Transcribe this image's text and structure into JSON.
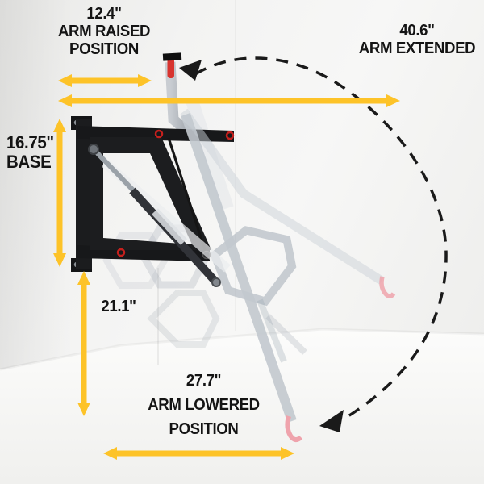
{
  "diagram": {
    "subject": "wall-mounted folding crane dimension diagram",
    "measurements": {
      "arm_raised": {
        "value": "12.4\"",
        "label_line1": "ARM RAISED",
        "label_line2": "POSITION"
      },
      "arm_extended": {
        "value": "40.6\"",
        "label_line1": "ARM EXTENDED"
      },
      "base": {
        "value": "16.75\"",
        "label_line1": "BASE"
      },
      "mount_height": {
        "value": "21.1\""
      },
      "arm_lowered": {
        "value": "27.7\"",
        "label_line1": "ARM LOWERED",
        "label_line2": "POSITION"
      }
    },
    "colors": {
      "dimension_yellow": "#FDC328",
      "label_black": "#141414",
      "frame_black": "#1b1c1e",
      "arm_gray": "#b3b8be",
      "ghost_gray": "#ccd1d7",
      "hook_pink": "#efa3ac",
      "tip_red": "#d8342f",
      "bolt_red": "#c5201d",
      "watermark_gray": "#99a4af"
    },
    "icons": [
      "motion-arc-arrow",
      "dimension-arrow",
      "crane-hook-icon",
      "hexagon-watermark"
    ]
  }
}
